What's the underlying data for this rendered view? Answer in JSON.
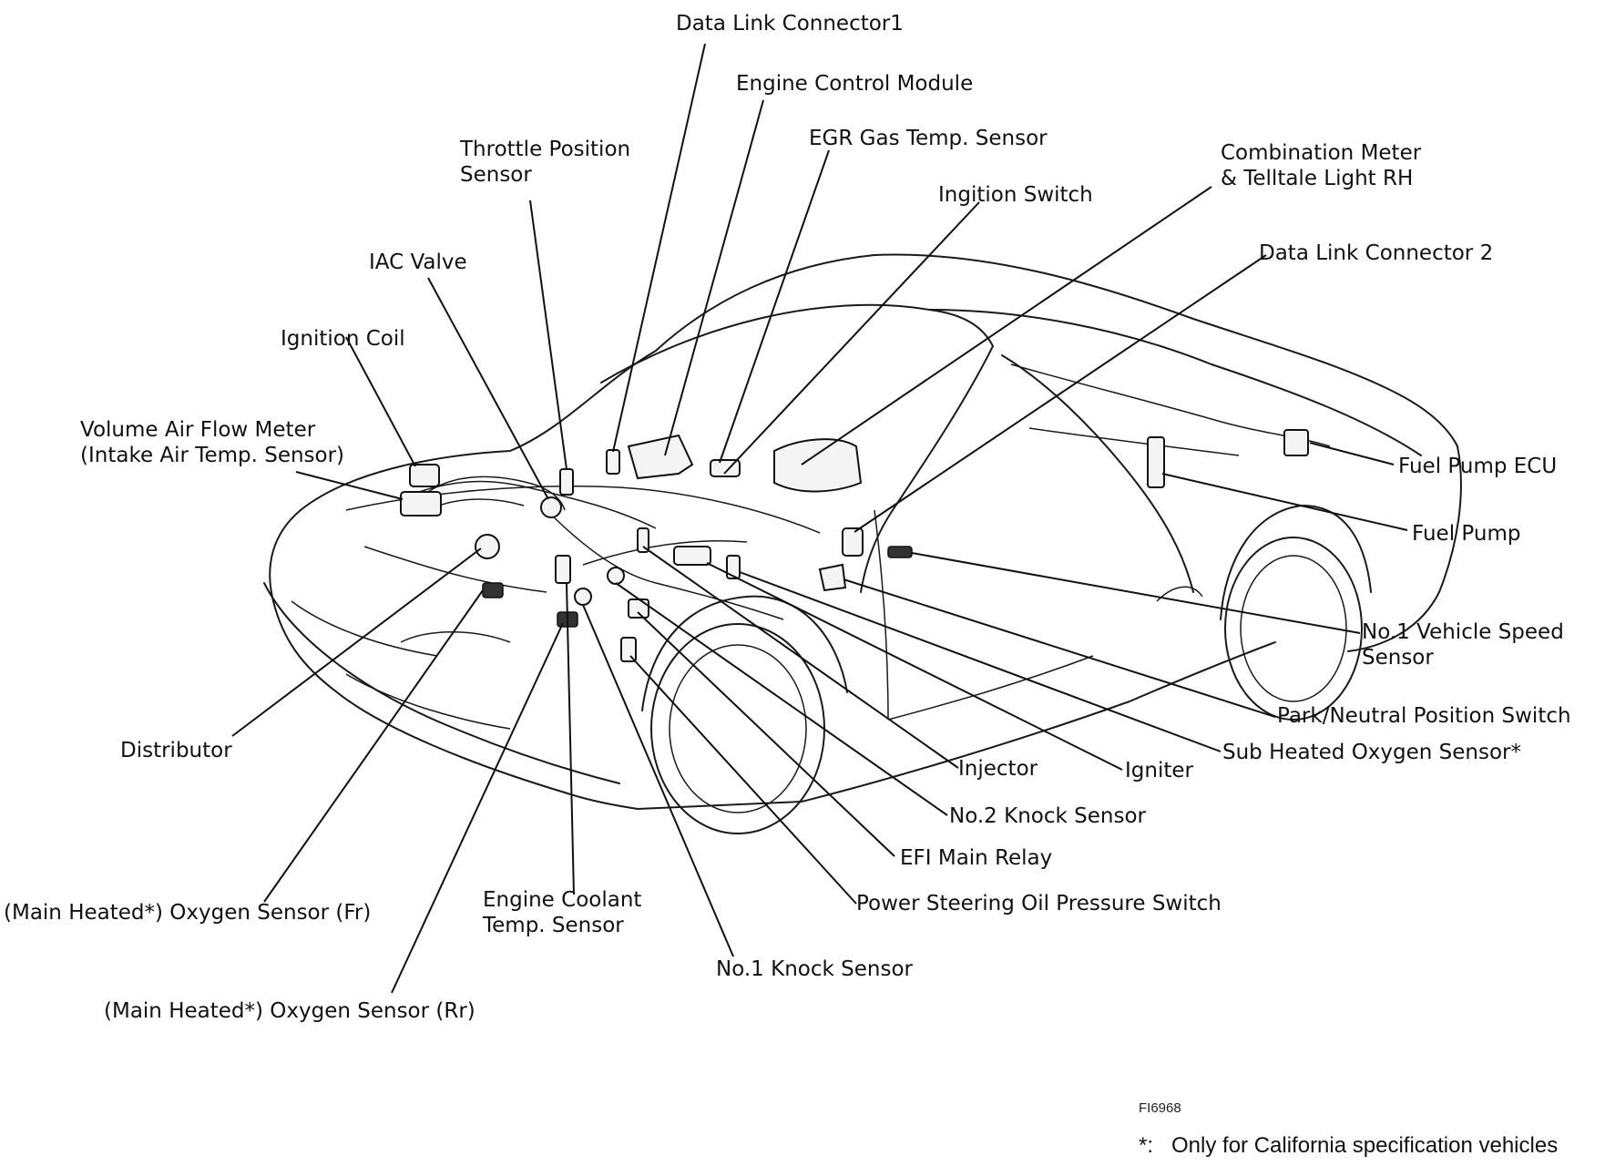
{
  "labels": {
    "data_link_connector_1": "Data Link Connector1",
    "engine_control_module": "Engine Control Module",
    "throttle_position_sensor": "Throttle Position\nSensor",
    "egr_gas_temp_sensor": "EGR Gas Temp. Sensor",
    "combination_meter": "Combination Meter\n& Telltale Light RH",
    "ignition_switch": "Ingition Switch",
    "data_link_connector_2": "Data Link Connector 2",
    "iac_valve": "IAC Valve",
    "ignition_coil": "Ignition Coil",
    "volume_air_flow_meter": "Volume Air Flow Meter\n(Intake Air Temp. Sensor)",
    "fuel_pump_ecu": "Fuel Pump ECU",
    "fuel_pump": "Fuel Pump",
    "no1_vehicle_speed_sensor": "No.1 Vehicle Speed\nSensor",
    "park_neutral_position_switch": "Park/Neutral Position Switch",
    "sub_heated_oxygen_sensor": "Sub Heated Oxygen Sensor*",
    "distributor": "Distributor",
    "injector": "Injector",
    "igniter": "Igniter",
    "no2_knock_sensor": "No.2 Knock Sensor",
    "efi_main_relay": "EFI Main Relay",
    "power_steering_switch": "Power Steering Oil Pressure Switch",
    "main_oxygen_sensor_fr": "(Main Heated*) Oxygen Sensor (Fr)",
    "engine_coolant_temp_sensor": "Engine Coolant\nTemp. Sensor",
    "no1_knock_sensor": "No.1 Knock Sensor",
    "main_oxygen_sensor_rr": "(Main Heated*) Oxygen Sensor (Rr)"
  },
  "figure_code": "FI6968",
  "footnote": "*:   Only for California specification vehicles"
}
